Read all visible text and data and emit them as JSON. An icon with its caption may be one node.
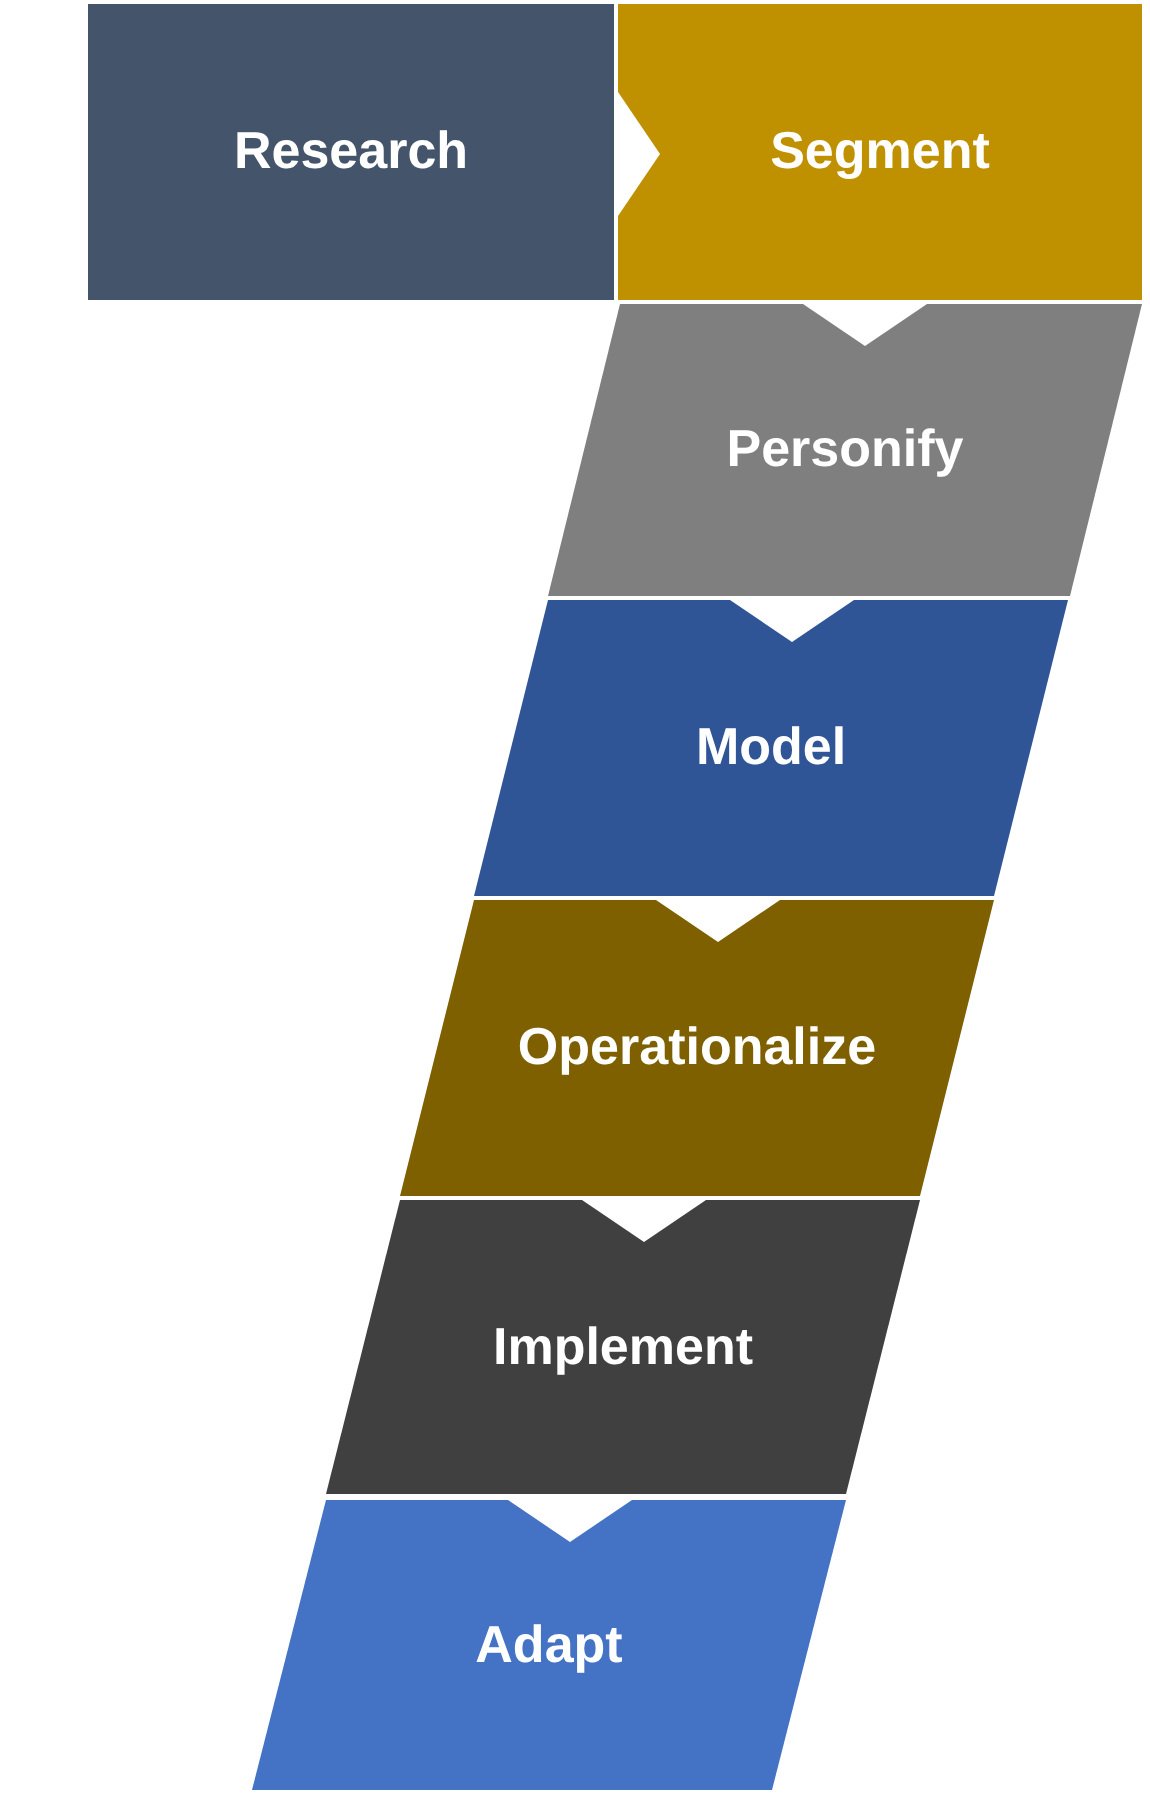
{
  "diagram": {
    "nodes": [
      {
        "text": [
          "Research"
        ]
      },
      {
        "text": [
          "Segment"
        ]
      },
      {
        "text": [
          "Personify"
        ]
      },
      {
        "text": [
          "Model"
        ]
      },
      {
        "text": [
          "Operationalize"
        ]
      },
      {
        "text": [
          "Implement"
        ]
      },
      {
        "text": [
          "Adapt"
        ]
      }
    ],
    "edges": [
      {
        "from": 0,
        "to": 1,
        "arrow": "to"
      },
      {
        "from": 1,
        "to": 2,
        "arrow": "to"
      },
      {
        "from": 2,
        "to": 3,
        "arrow": "to"
      },
      {
        "from": 3,
        "to": 4,
        "arrow": "to"
      },
      {
        "from": 4,
        "to": 5,
        "arrow": "to"
      },
      {
        "from": 5,
        "to": 6,
        "arrow": "to"
      }
    ]
  }
}
